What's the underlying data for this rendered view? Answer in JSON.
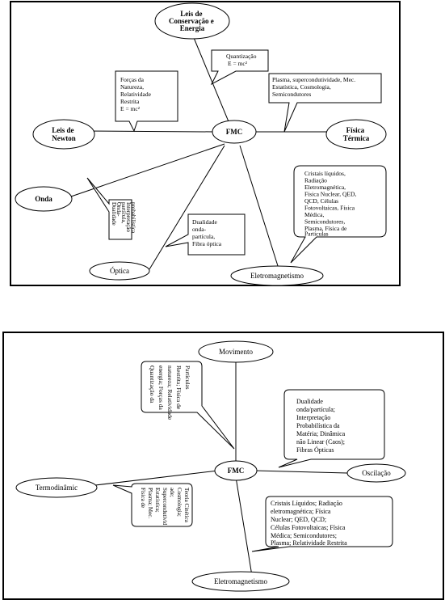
{
  "diagram1": {
    "center": "FMC",
    "nodes": {
      "leis_conservacao": [
        "Leis de",
        "Conservação e",
        "Energia"
      ],
      "leis_newton": [
        "Leis de",
        "Newton"
      ],
      "fisica_termica": [
        "Física",
        "Térmica"
      ],
      "onda": "Onda",
      "optica": "Óptica",
      "eletromagnetismo": "Eletromagnetismo"
    },
    "callouts": {
      "quantizacao": [
        "Quantização",
        "E = mc²"
      ],
      "forcas": [
        "Forças da",
        "Natureza,",
        "Relatividade",
        "Restrita",
        "E = mc²"
      ],
      "plasma": [
        "Plasma, supercondutividade, Mec.",
        "Estatística, Cosmologia,",
        "Semicondutores"
      ],
      "onda_callout": [
        "Dualidade",
        "Onda-",
        "partícula,",
        "Interpretação",
        "probabilística"
      ],
      "dualidade_fibra": [
        "Dualidade",
        "onda-",
        "partícula,",
        "Fibra óptica"
      ],
      "cristais": [
        "Cristais líquidos,",
        "Radiação",
        "Eletromagnética,",
        "Física Nuclear, QED,",
        "QCD, Células",
        "Fotovoltaicas, Física",
        "Médica,",
        "Semicondutores,",
        "Plasma, Física de",
        "Partículas"
      ]
    }
  },
  "diagram2": {
    "center": "FMC",
    "nodes": {
      "movimento": "Movimento",
      "termodinamica": "Termodinâmic",
      "oscilacao": "Oscilação",
      "eletromagnetismo": "Eletromagnetismo"
    },
    "callouts": {
      "quantizacao": [
        "Quantização da",
        "energia; Forças da",
        "natureza; Relatividade",
        "Restrita; Física de",
        "Partículas"
      ],
      "dualidade": [
        "Dualidade",
        "onda/partícula;",
        "Interpretação",
        "Probabilística da",
        "Matéria; Dinâmica",
        "não Linear (Caos);",
        "Fibras Ópticas"
      ],
      "fisica_plasma": [
        "Física de",
        "Plasma; Mec.",
        "Estatística;",
        "Supercondutivid",
        "ade;",
        "Cosmologia;",
        "Teoria Cinética"
      ],
      "cristais": [
        "Cristais Líquidos; Radiação",
        "eletromagnética; Física",
        "Nuclear; QED, QCD;",
        "Células Fotovoltaicas; Física",
        "Médica; Semicondutores;",
        "Plasma; Relatividade Restrita"
      ]
    }
  }
}
